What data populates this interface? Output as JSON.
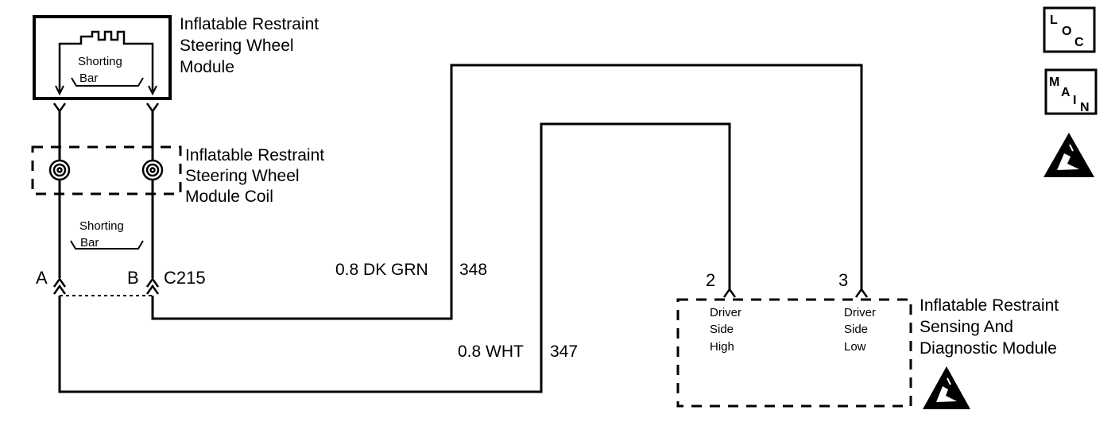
{
  "components": {
    "module": {
      "line1": "Inflatable Restraint",
      "line2": "Steering Wheel",
      "line3": "Module",
      "shorting_bar_l1": "Shorting",
      "shorting_bar_l2": "Bar"
    },
    "coil": {
      "line1": "Inflatable Restraint",
      "line2": "Steering Wheel",
      "line3": "Module Coil",
      "shorting_bar_l1": "Shorting",
      "shorting_bar_l2": "Bar"
    },
    "sdm": {
      "line1": "Inflatable Restraint",
      "line2": "Sensing And",
      "line3": "Diagnostic Module",
      "pin_high_l1": "Driver",
      "pin_high_l2": "Side",
      "pin_high_l3": "High",
      "pin_low_l1": "Driver",
      "pin_low_l2": "Side",
      "pin_low_l3": "Low"
    }
  },
  "connector": {
    "name": "C215",
    "pin_a": "A",
    "pin_b": "B"
  },
  "sdm_pins": {
    "high": "2",
    "low": "3"
  },
  "wires": {
    "dk_grn": {
      "label": "0.8 DK GRN",
      "circuit": "348"
    },
    "wht": {
      "label": "0.8 WHT",
      "circuit": "347"
    }
  },
  "icons": {
    "loc": {
      "name": "loc-icon",
      "l": "L",
      "o": "O",
      "c": "C"
    },
    "main": {
      "name": "main-icon",
      "m": "M",
      "a": "A",
      "i": "I",
      "n": "N"
    },
    "esd": "esd-warning-icon"
  }
}
